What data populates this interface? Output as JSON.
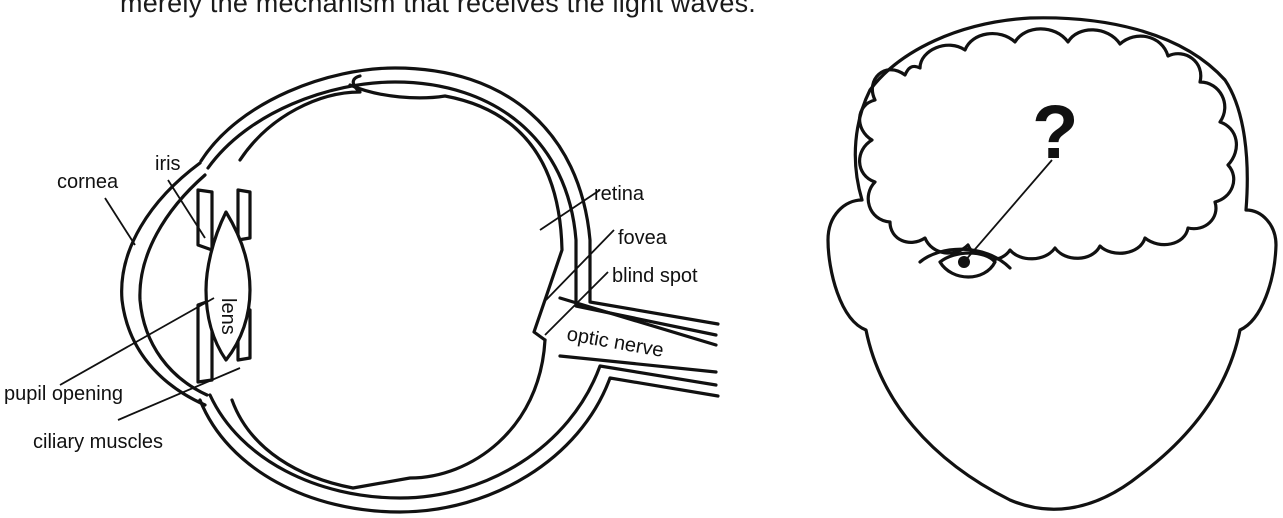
{
  "caption": "merely the mechanism that receives the light waves.",
  "eye_diagram": {
    "labels": {
      "iris": "iris",
      "cornea": "cornea",
      "lens": "lens",
      "pupil_opening": "pupil opening",
      "ciliary_muscles": "ciliary muscles",
      "retina": "retina",
      "fovea": "fovea",
      "blind_spot": "blind spot",
      "optic_nerve": "optic nerve"
    }
  },
  "head_diagram": {
    "brain_mark": "?"
  }
}
